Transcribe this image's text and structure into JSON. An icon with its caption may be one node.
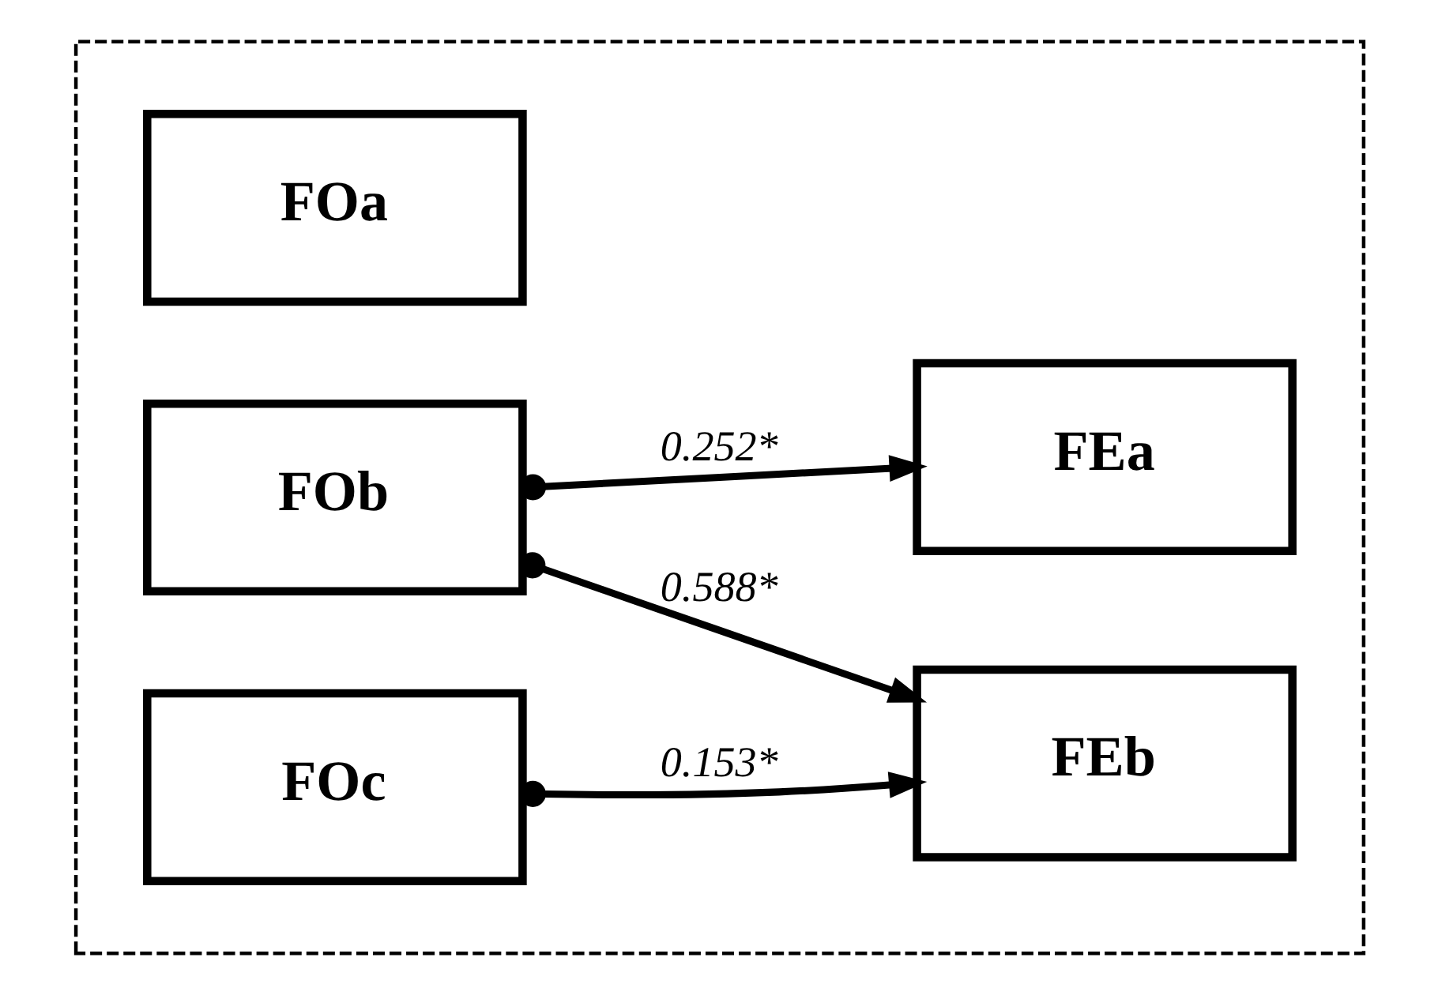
{
  "diagram": {
    "nodes": [
      {
        "text": [],
        "shape": "box"
      },
      {
        "text": [
          "FOa"
        ],
        "in": 0
      },
      {
        "text": [
          "FOb"
        ],
        "in": 0
      },
      {
        "text": [
          "FOc"
        ],
        "in": 0
      },
      {
        "text": [
          "FEa"
        ],
        "in": 0
      },
      {
        "text": [
          "FEb"
        ],
        "in": 0
      }
    ],
    "edges": [
      {
        "from": 2,
        "to": 4,
        "arrow": "to",
        "label": "0.252*"
      },
      {
        "from": 2,
        "to": 5,
        "arrow": "to",
        "label": "0.588*"
      },
      {
        "from": 3,
        "to": 5,
        "arrow": "to",
        "label": "0.153*"
      }
    ]
  }
}
